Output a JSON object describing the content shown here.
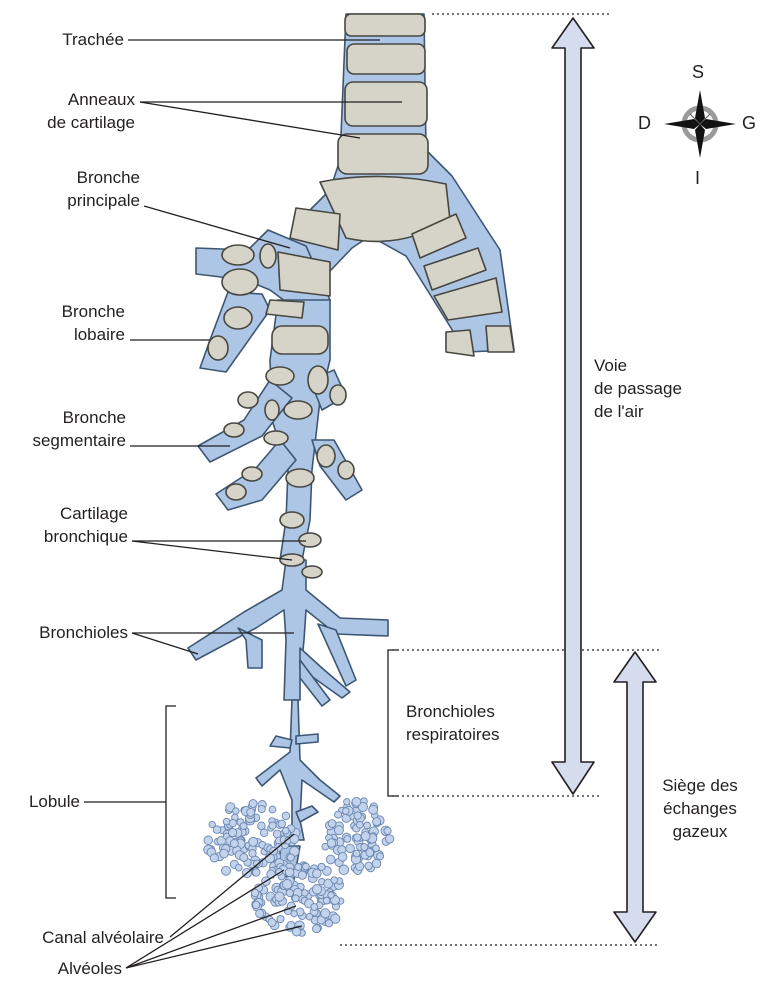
{
  "labels": {
    "trachee": "Trachée",
    "anneaux": [
      "Anneaux",
      "de cartilage"
    ],
    "bronche_principale": [
      "Bronche",
      "principale"
    ],
    "bronche_lobaire": [
      "Bronche",
      "lobaire"
    ],
    "bronche_segmentaire": [
      "Bronche",
      "segmentaire"
    ],
    "cartilage_bronchique": [
      "Cartilage",
      "bronchique"
    ],
    "bronchioles": "Bronchioles",
    "bronchioles_respiratoires": [
      "Bronchioles",
      "respiratoires"
    ],
    "lobule": "Lobule",
    "canal_alveolaire": "Canal alvéolaire",
    "alveoles": "Alvéoles",
    "voie_passage": [
      "Voie",
      "de passage",
      "de l'air"
    ],
    "siege_echanges": [
      "Siège des",
      "échanges",
      "gazeux"
    ]
  },
  "compass": {
    "north": "S",
    "south": "I",
    "west": "D",
    "east": "G"
  },
  "colors": {
    "airway": "#aec6e6",
    "airway_stroke": "#3d5773",
    "cartilage": "#d6d4c9",
    "cartilage_stroke": "#474741",
    "arrow_fill": "#d5dcee",
    "line": "#231f20",
    "alveoli": "#b9cbe8"
  }
}
